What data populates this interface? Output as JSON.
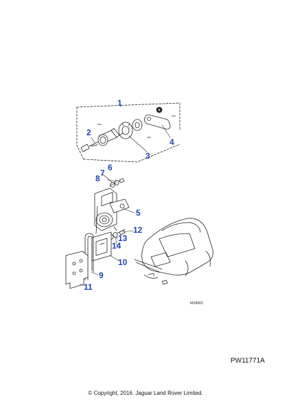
{
  "callouts": [
    "1",
    "2",
    "3",
    "4",
    "5",
    "6",
    "7",
    "8",
    "9",
    "10",
    "11",
    "12",
    "13",
    "14"
  ],
  "part_tags": [
    "sss",
    "sss",
    "sss"
  ],
  "drawing_ref": "MX8660",
  "illustration_id": "PW11771A",
  "copyright": "© Copyright, 2016. Jaguar Land Rover Limited.",
  "colors": {
    "callout": "#1f44b0",
    "line": "#222222"
  }
}
